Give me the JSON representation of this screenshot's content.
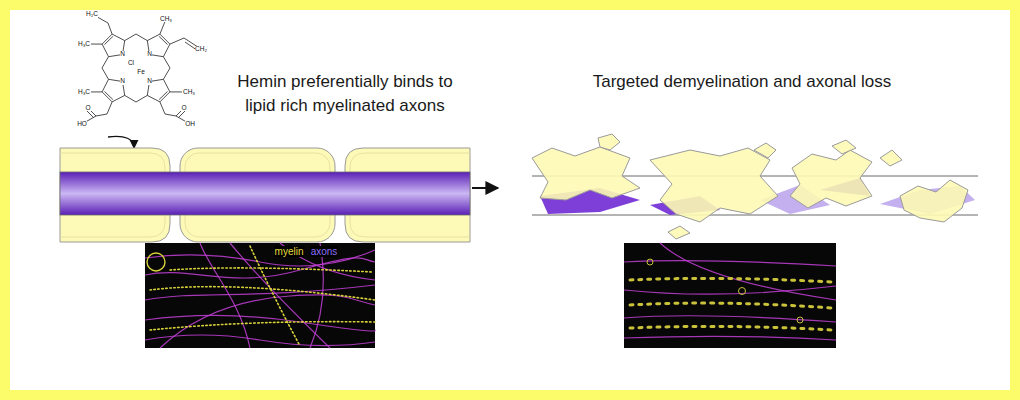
{
  "diagram": {
    "labels": [
      "Hemin preferentially binds to lipid rich myelinated axons",
      "Targeted demyelination and axonal loss",
      "H₂C",
      "CH₃",
      "H₃C",
      "CH₂",
      "N",
      "N",
      "Cl",
      "Fe",
      "N",
      "N",
      "H₃C",
      "CH₃",
      "O",
      "O",
      "HO",
      "OH",
      "myelin",
      "axons"
    ]
  }
}
